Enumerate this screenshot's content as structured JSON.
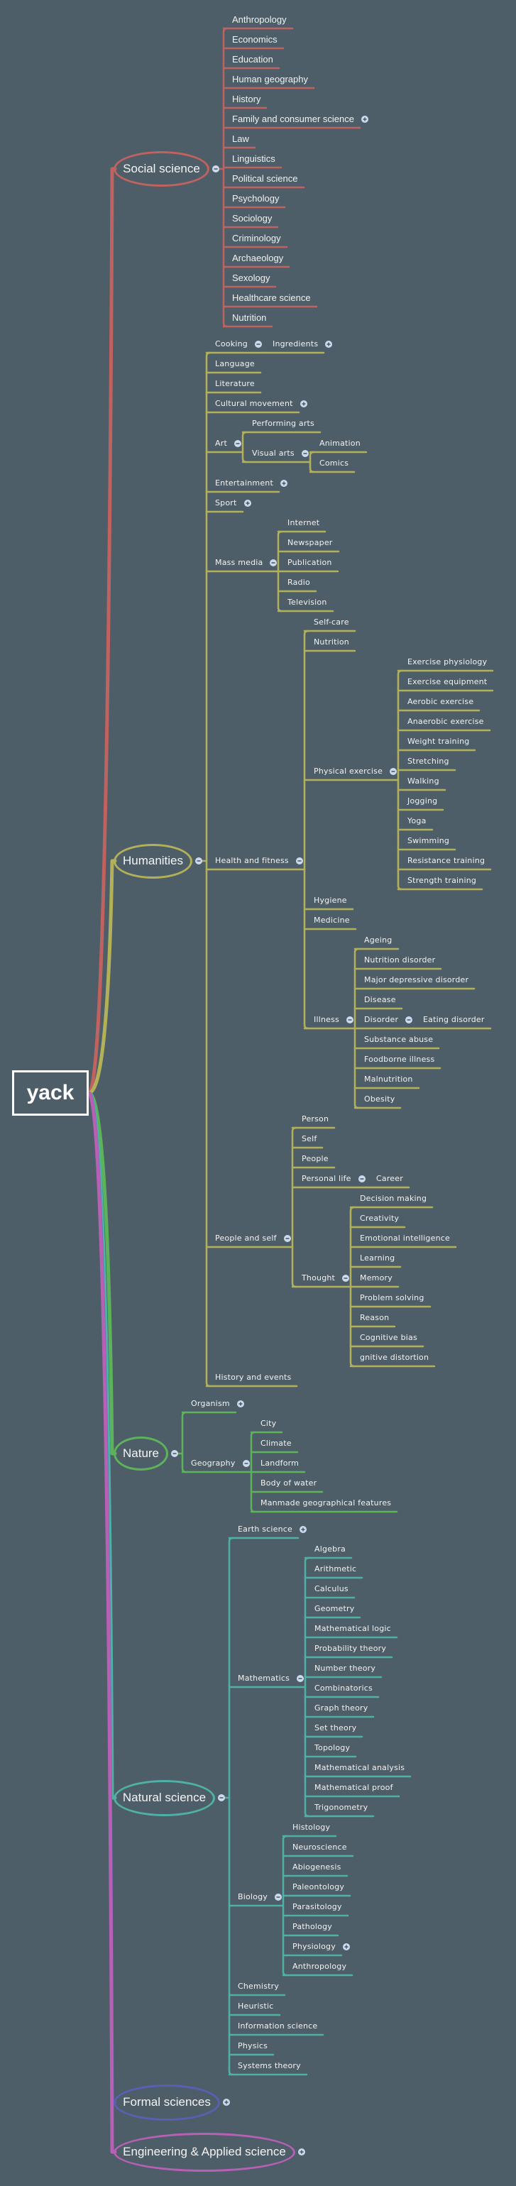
{
  "root": {
    "label": "yack"
  },
  "colors": {
    "background": "#4e5e68",
    "toggle": "#cdd9ee"
  },
  "topics": [
    {
      "label": "Social science",
      "color": "#c0625f",
      "state": "expanded",
      "children": [
        {
          "label": "Anthropology"
        },
        {
          "label": "Economics"
        },
        {
          "label": "Education"
        },
        {
          "label": "Human geography"
        },
        {
          "label": "History"
        },
        {
          "label": "Family and consumer science",
          "state": "collapsed"
        },
        {
          "label": "Law"
        },
        {
          "label": "Linguistics"
        },
        {
          "label": "Political science"
        },
        {
          "label": "Psychology"
        },
        {
          "label": "Sociology"
        },
        {
          "label": "Criminology"
        },
        {
          "label": "Archaeology"
        },
        {
          "label": "Sexology"
        },
        {
          "label": "Healthcare science"
        },
        {
          "label": "Nutrition"
        }
      ]
    },
    {
      "label": "Humanities",
      "color": "#b3b158",
      "state": "expanded",
      "children": [
        {
          "label": "Cooking",
          "state": "expanded",
          "children": [
            {
              "label": "Ingredients",
              "state": "collapsed"
            }
          ]
        },
        {
          "label": "Language"
        },
        {
          "label": "Literature"
        },
        {
          "label": "Cultural movement",
          "state": "collapsed"
        },
        {
          "label": "Art",
          "state": "expanded",
          "children": [
            {
              "label": "Performing arts"
            },
            {
              "label": "Visual arts",
              "state": "expanded",
              "children": [
                {
                  "label": "Animation"
                },
                {
                  "label": "Comics"
                }
              ]
            }
          ]
        },
        {
          "label": "Entertainment",
          "state": "collapsed"
        },
        {
          "label": "Sport",
          "state": "collapsed"
        },
        {
          "label": "Mass media",
          "state": "expanded",
          "children": [
            {
              "label": "Internet"
            },
            {
              "label": "Newspaper"
            },
            {
              "label": "Publication"
            },
            {
              "label": "Radio"
            },
            {
              "label": "Television"
            }
          ]
        },
        {
          "label": "Health and fitness",
          "state": "expanded",
          "children": [
            {
              "label": "Self-care"
            },
            {
              "label": "Nutrition"
            },
            {
              "label": "Physical exercise",
              "state": "expanded",
              "children": [
                {
                  "label": "Exercise physiology"
                },
                {
                  "label": "Exercise equipment"
                },
                {
                  "label": "Aerobic exercise"
                },
                {
                  "label": "Anaerobic exercise"
                },
                {
                  "label": "Weight training"
                },
                {
                  "label": "Stretching"
                },
                {
                  "label": "Walking"
                },
                {
                  "label": "Jogging"
                },
                {
                  "label": "Yoga"
                },
                {
                  "label": "Swimming"
                },
                {
                  "label": "Resistance training"
                },
                {
                  "label": "Strength training"
                }
              ]
            },
            {
              "label": "Hygiene"
            },
            {
              "label": "Medicine"
            },
            {
              "label": "Illness",
              "state": "expanded",
              "children": [
                {
                  "label": "Ageing"
                },
                {
                  "label": "Nutrition disorder"
                },
                {
                  "label": "Major depressive disorder"
                },
                {
                  "label": "Disease"
                },
                {
                  "label": "Disorder",
                  "state": "expanded",
                  "children": [
                    {
                      "label": "Eating disorder"
                    }
                  ]
                },
                {
                  "label": "Substance abuse"
                },
                {
                  "label": "Foodborne illness"
                },
                {
                  "label": "Malnutrition"
                },
                {
                  "label": "Obesity"
                }
              ]
            }
          ]
        },
        {
          "label": "People and self",
          "state": "expanded",
          "children": [
            {
              "label": "Person"
            },
            {
              "label": "Self"
            },
            {
              "label": "People"
            },
            {
              "label": "Personal life",
              "state": "expanded",
              "children": [
                {
                  "label": "Career"
                }
              ]
            },
            {
              "label": "Thought",
              "state": "expanded",
              "children": [
                {
                  "label": "Decision making"
                },
                {
                  "label": "Creativity"
                },
                {
                  "label": "Emotional intelligence"
                },
                {
                  "label": "Learning"
                },
                {
                  "label": "Memory"
                },
                {
                  "label": "Problem solving"
                },
                {
                  "label": "Reason"
                },
                {
                  "label": "Cognitive bias"
                },
                {
                  "label": "gnitive distortion"
                }
              ]
            }
          ]
        },
        {
          "label": "History and events"
        }
      ]
    },
    {
      "label": "Nature",
      "color": "#5cb35a",
      "state": "expanded",
      "children": [
        {
          "label": "Organism",
          "state": "collapsed"
        },
        {
          "label": "Geography",
          "state": "expanded",
          "children": [
            {
              "label": "City"
            },
            {
              "label": "Climate"
            },
            {
              "label": "Landform"
            },
            {
              "label": "Body of water"
            },
            {
              "label": "Manmade geographical features"
            }
          ]
        }
      ]
    },
    {
      "label": "Natural science",
      "color": "#4fb0a5",
      "state": "expanded",
      "children": [
        {
          "label": "Earth science",
          "state": "collapsed"
        },
        {
          "label": "Mathematics",
          "state": "expanded",
          "children": [
            {
              "label": "Algebra"
            },
            {
              "label": "Arithmetic"
            },
            {
              "label": "Calculus"
            },
            {
              "label": "Geometry"
            },
            {
              "label": "Mathematical logic"
            },
            {
              "label": "Probability theory"
            },
            {
              "label": "Number theory"
            },
            {
              "label": "Combinatorics"
            },
            {
              "label": "Graph theory"
            },
            {
              "label": "Set theory"
            },
            {
              "label": "Topology"
            },
            {
              "label": "Mathematical analysis"
            },
            {
              "label": "Mathematical proof"
            },
            {
              "label": "Trigonometry"
            }
          ]
        },
        {
          "label": "Biology",
          "state": "expanded",
          "children": [
            {
              "label": "Histology"
            },
            {
              "label": "Neuroscience"
            },
            {
              "label": "Abiogenesis"
            },
            {
              "label": "Paleontology"
            },
            {
              "label": "Parasitology"
            },
            {
              "label": "Pathology"
            },
            {
              "label": "Physiology",
              "state": "collapsed"
            },
            {
              "label": "Anthropology"
            }
          ]
        },
        {
          "label": "Chemistry"
        },
        {
          "label": "Heuristic"
        },
        {
          "label": "Information science"
        },
        {
          "label": "Physics"
        },
        {
          "label": "Systems theory"
        }
      ]
    },
    {
      "label": "Formal sciences",
      "color": "#5a5fb3",
      "state": "collapsed"
    },
    {
      "label": "Engineering & Applied science",
      "color": "#b760b5",
      "state": "collapsed"
    }
  ]
}
